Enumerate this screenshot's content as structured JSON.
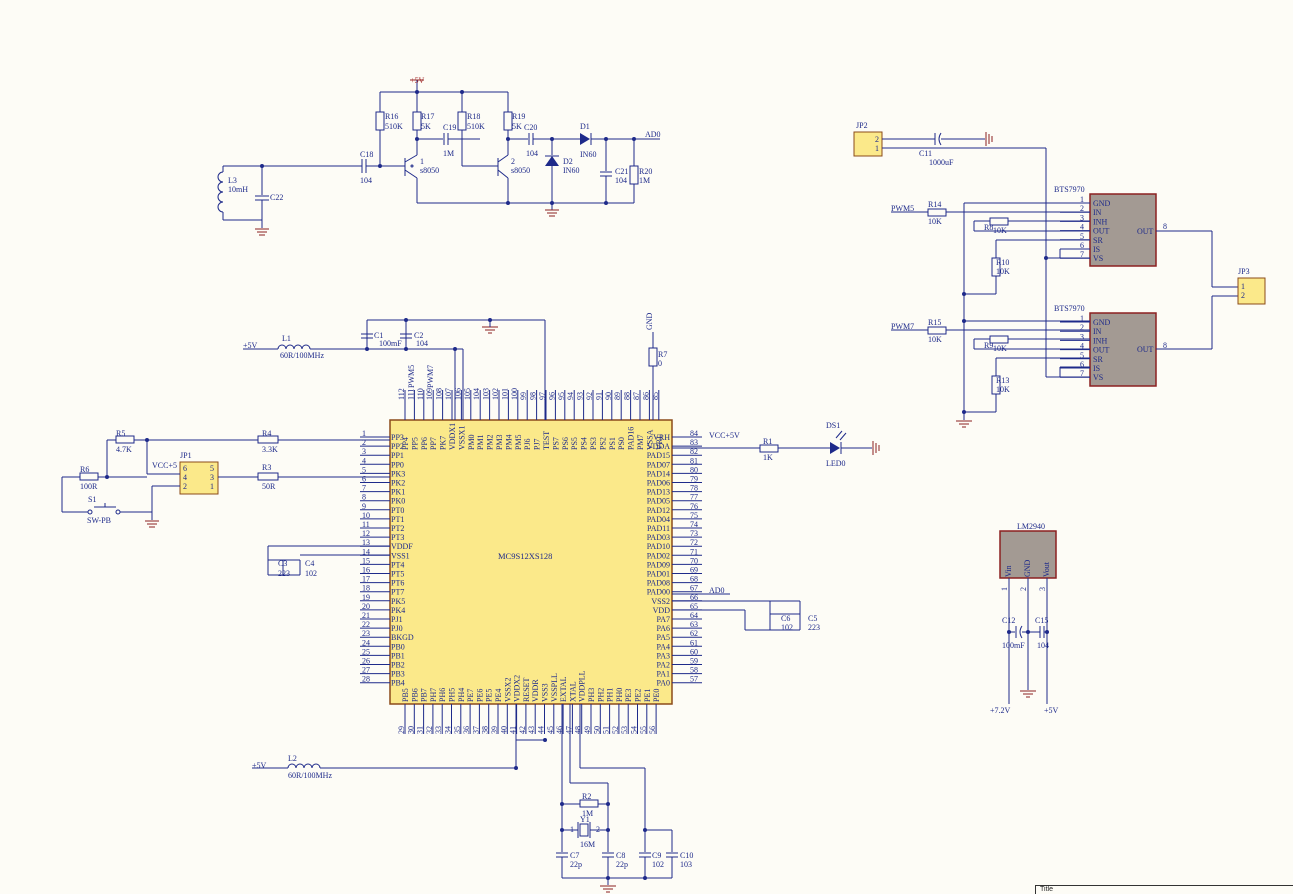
{
  "mcu": {
    "name": "MC9S12XS128",
    "left_pins": [
      {
        "n": "1",
        "l": "PP3"
      },
      {
        "n": "2",
        "l": "PP2"
      },
      {
        "n": "3",
        "l": "PP1"
      },
      {
        "n": "4",
        "l": "PP0"
      },
      {
        "n": "5",
        "l": "PK3"
      },
      {
        "n": "6",
        "l": "PK2"
      },
      {
        "n": "7",
        "l": "PK1"
      },
      {
        "n": "8",
        "l": "PK0"
      },
      {
        "n": "9",
        "l": "PT0"
      },
      {
        "n": "10",
        "l": "PT1"
      },
      {
        "n": "11",
        "l": "PT2"
      },
      {
        "n": "12",
        "l": "PT3"
      },
      {
        "n": "13",
        "l": "VDDF"
      },
      {
        "n": "14",
        "l": "VSS1"
      },
      {
        "n": "15",
        "l": "PT4"
      },
      {
        "n": "16",
        "l": "PT5"
      },
      {
        "n": "17",
        "l": "PT6"
      },
      {
        "n": "18",
        "l": "PT7"
      },
      {
        "n": "19",
        "l": "PK5"
      },
      {
        "n": "20",
        "l": "PK4"
      },
      {
        "n": "21",
        "l": "PJ1"
      },
      {
        "n": "22",
        "l": "PJ0"
      },
      {
        "n": "23",
        "l": "BKGD"
      },
      {
        "n": "24",
        "l": "PB0"
      },
      {
        "n": "25",
        "l": "PB1"
      },
      {
        "n": "26",
        "l": "PB2"
      },
      {
        "n": "27",
        "l": "PB3"
      },
      {
        "n": "28",
        "l": "PB4"
      }
    ],
    "right_pins": [
      {
        "n": "84",
        "l": "VRH"
      },
      {
        "n": "83",
        "l": "VDDA"
      },
      {
        "n": "82",
        "l": "PAD15"
      },
      {
        "n": "81",
        "l": "PAD07"
      },
      {
        "n": "80",
        "l": "PAD14"
      },
      {
        "n": "79",
        "l": "PAD06"
      },
      {
        "n": "78",
        "l": "PAD13"
      },
      {
        "n": "77",
        "l": "PAD05"
      },
      {
        "n": "76",
        "l": "PAD12"
      },
      {
        "n": "75",
        "l": "PAD04"
      },
      {
        "n": "74",
        "l": "PAD11"
      },
      {
        "n": "73",
        "l": "PAD03"
      },
      {
        "n": "72",
        "l": "PAD10"
      },
      {
        "n": "71",
        "l": "PAD02"
      },
      {
        "n": "70",
        "l": "PAD09"
      },
      {
        "n": "69",
        "l": "PAD01"
      },
      {
        "n": "68",
        "l": "PAD08"
      },
      {
        "n": "67",
        "l": "PAD00"
      },
      {
        "n": "66",
        "l": "VSS2"
      },
      {
        "n": "65",
        "l": "VDD"
      },
      {
        "n": "64",
        "l": "PA7"
      },
      {
        "n": "63",
        "l": "PA6"
      },
      {
        "n": "62",
        "l": "PA5"
      },
      {
        "n": "61",
        "l": "PA4"
      },
      {
        "n": "60",
        "l": "PA3"
      },
      {
        "n": "59",
        "l": "PA2"
      },
      {
        "n": "58",
        "l": "PA1"
      },
      {
        "n": "57",
        "l": "PA0"
      }
    ],
    "top_pins": [
      {
        "n": "112",
        "l": "PP4"
      },
      {
        "n": "111",
        "l": "PP5"
      },
      {
        "n": "110",
        "l": "PP6"
      },
      {
        "n": "109",
        "l": "PP7"
      },
      {
        "n": "108",
        "l": "PK7"
      },
      {
        "n": "107",
        "l": "VDDX1"
      },
      {
        "n": "106",
        "l": "VSSX1"
      },
      {
        "n": "105",
        "l": "PM0"
      },
      {
        "n": "104",
        "l": "PM1"
      },
      {
        "n": "103",
        "l": "PM2"
      },
      {
        "n": "102",
        "l": "PM3"
      },
      {
        "n": "101",
        "l": "PM4"
      },
      {
        "n": "100",
        "l": "PM5"
      },
      {
        "n": "99",
        "l": "PJ6"
      },
      {
        "n": "98",
        "l": "PJ7"
      },
      {
        "n": "97",
        "l": "TEST"
      },
      {
        "n": "96",
        "l": "PS7"
      },
      {
        "n": "95",
        "l": "PS6"
      },
      {
        "n": "94",
        "l": "PS5"
      },
      {
        "n": "93",
        "l": "PS4"
      },
      {
        "n": "92",
        "l": "PS3"
      },
      {
        "n": "91",
        "l": "PS2"
      },
      {
        "n": "90",
        "l": "PS1"
      },
      {
        "n": "89",
        "l": "PS0"
      },
      {
        "n": "88",
        "l": "PAD16"
      },
      {
        "n": "87",
        "l": "PM7"
      },
      {
        "n": "86",
        "l": "VSSA"
      },
      {
        "n": "85",
        "l": "VRL"
      }
    ],
    "bottom_pins": [
      {
        "n": "29",
        "l": "PB5"
      },
      {
        "n": "30",
        "l": "PB6"
      },
      {
        "n": "31",
        "l": "PB7"
      },
      {
        "n": "32",
        "l": "PH7"
      },
      {
        "n": "33",
        "l": "PH6"
      },
      {
        "n": "34",
        "l": "PH5"
      },
      {
        "n": "35",
        "l": "PH4"
      },
      {
        "n": "36",
        "l": "PE7"
      },
      {
        "n": "37",
        "l": "PE6"
      },
      {
        "n": "38",
        "l": "PE5"
      },
      {
        "n": "39",
        "l": "PE4"
      },
      {
        "n": "40",
        "l": "VSSX2"
      },
      {
        "n": "41",
        "l": "VDDX2"
      },
      {
        "n": "42",
        "l": "RESET"
      },
      {
        "n": "43",
        "l": "VDDR"
      },
      {
        "n": "44",
        "l": "VSS3"
      },
      {
        "n": "45",
        "l": "VSSPLL"
      },
      {
        "n": "46",
        "l": "EXTAL"
      },
      {
        "n": "47",
        "l": "XTAL"
      },
      {
        "n": "48",
        "l": "VDDPLL"
      },
      {
        "n": "49",
        "l": "PH3"
      },
      {
        "n": "50",
        "l": "PH2"
      },
      {
        "n": "51",
        "l": "PH1"
      },
      {
        "n": "52",
        "l": "PH0"
      },
      {
        "n": "53",
        "l": "PE3"
      },
      {
        "n": "54",
        "l": "PE2"
      },
      {
        "n": "55",
        "l": "PE1"
      },
      {
        "n": "56",
        "l": "PE0"
      }
    ]
  },
  "labels": {
    "plus5v": "+5V",
    "ad0": "AD0",
    "gnd": "GND",
    "vcc5v": "VCC+5V",
    "vcc5": "VCC+5",
    "pwm5": "PWM5",
    "pwm7": "PWM7",
    "plus72v": "+7.2V",
    "title": "Title"
  },
  "amp": {
    "r16": "R16",
    "r16v": "510K",
    "r17": "R17",
    "r17v": "5K",
    "r18": "R18",
    "r18v": "510K",
    "r19": "R19",
    "r19v": "5K",
    "r20": "R20",
    "r20v": "1M",
    "c18": "C18",
    "c18v": "104",
    "c19": "C19",
    "c19v": "1M",
    "c20": "C20",
    "c20v": "104",
    "c21": "C21",
    "c21v": "104",
    "c22": "C22",
    "q1": "1",
    "q1v": "s8050",
    "q2": "2",
    "q2v": "s8050",
    "d1": "D1",
    "d1v": "IN60",
    "d2": "D2",
    "d2v": "IN60",
    "l3": "L3",
    "l3v": "10mH"
  },
  "power": {
    "l1": "L1",
    "l1v": "60R/100MHz",
    "c1": "C1",
    "c1v": "100mF",
    "c2": "C2",
    "c2v": "104",
    "l2": "L2",
    "l2v": "60R/100MHz",
    "r7": "R7",
    "r7v": "0",
    "c3": "C3",
    "c3v": "223",
    "c4": "C4",
    "c4v": "102",
    "c5": "C5",
    "c5v": "223",
    "c6": "C6",
    "c6v": "102"
  },
  "bdm": {
    "jp1": "JP1",
    "r5": "R5",
    "r5v": "4.7K",
    "r6": "R6",
    "r6v": "100R",
    "r4": "R4",
    "r4v": "3.3K",
    "r3": "R3",
    "r3v": "50R",
    "s1": "S1",
    "s1v": "SW-PB",
    "pins": [
      "6",
      "4",
      "2",
      "5",
      "3",
      "1"
    ]
  },
  "led": {
    "r1": "R1",
    "r1v": "1K",
    "ds1": "DS1",
    "ds1v": "LED0"
  },
  "osc": {
    "r2": "R2",
    "r2v": "1M",
    "y1": "Y1",
    "y1v": "16M",
    "p1": "1",
    "p2": "2",
    "c7": "C7",
    "c7v": "22p",
    "c8": "C8",
    "c8v": "22p",
    "c9": "C9",
    "c9v": "102",
    "c10": "C10",
    "c10v": "103"
  },
  "driver": {
    "jp2": "JP2",
    "jp3": "JP3",
    "c11": "C11",
    "c11v": "1000uF",
    "u_name": "BTS7970",
    "u_pins": [
      "GND",
      "IN",
      "INH",
      "OUT",
      "SR",
      "IS",
      "VS"
    ],
    "u_out": "OUT",
    "u_out_n": "8",
    "r14": "R14",
    "r14v": "10K",
    "r8": "R8",
    "r8v": "10K",
    "r10": "R10",
    "r10v": "10K",
    "r15": "R15",
    "r15v": "10K",
    "r9": "R9",
    "r9v": "10K",
    "r13": "R13",
    "r13v": "10K",
    "hdr_pins": [
      "2",
      "1"
    ],
    "hdr3_pins": [
      "1",
      "2"
    ]
  },
  "regulator": {
    "name": "LM2940",
    "pins": [
      "Vin",
      "GND",
      "Vout"
    ],
    "nums": [
      "1",
      "2",
      "3"
    ],
    "c12": "C12",
    "c12v": "100mF",
    "c15": "C15",
    "c15v": "104"
  }
}
